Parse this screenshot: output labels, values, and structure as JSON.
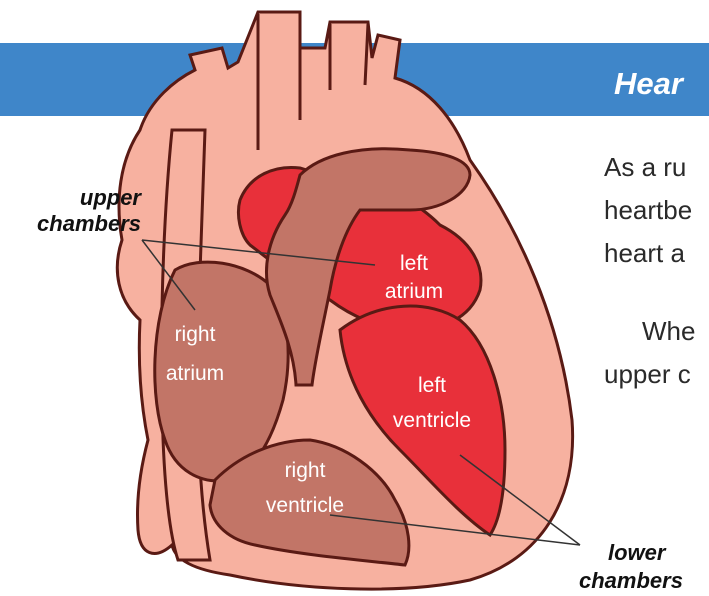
{
  "banner": {
    "title": "Hear"
  },
  "body_text": {
    "paragraph_1": [
      "As a ru",
      "heartbe",
      "heart a"
    ],
    "paragraph_2": [
      "Whe",
      "upper c"
    ]
  },
  "callouts": {
    "upper": [
      "upper",
      "chambers"
    ],
    "lower": [
      "lower",
      "chambers"
    ]
  },
  "chambers": {
    "left_atrium": [
      "left",
      "atrium"
    ],
    "right_atrium": [
      "right",
      "atrium"
    ],
    "left_ventricle": [
      "left",
      "ventricle"
    ],
    "right_ventricle": [
      "right",
      "ventricle"
    ]
  },
  "colors": {
    "banner": "#3f86c9",
    "heart_outer": "#f7b1a0",
    "right_side": "#c27567",
    "left_side": "#e8303a",
    "outline": "#5a1a14"
  }
}
